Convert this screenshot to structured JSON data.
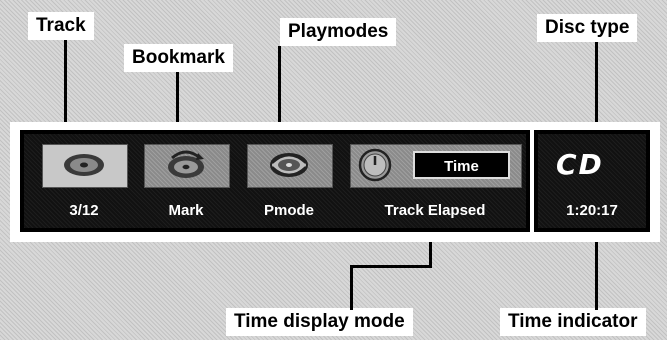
{
  "callouts": {
    "track": "Track",
    "bookmark": "Bookmark",
    "playmodes": "Playmodes",
    "disc_type": "Disc type",
    "time_display_mode": "Time display mode",
    "time_indicator": "Time indicator"
  },
  "display": {
    "track_value": "3/12",
    "mark_label": "Mark",
    "pmode_label": "Pmode",
    "time_mode_label": "Track Elapsed",
    "time_button_label": "Time",
    "disc_logo": "CD",
    "time_value": "1:20:17"
  },
  "icons": [
    "disc-icon",
    "bookmark-disc-icon",
    "playmode-disc-icon",
    "clock-icon"
  ]
}
